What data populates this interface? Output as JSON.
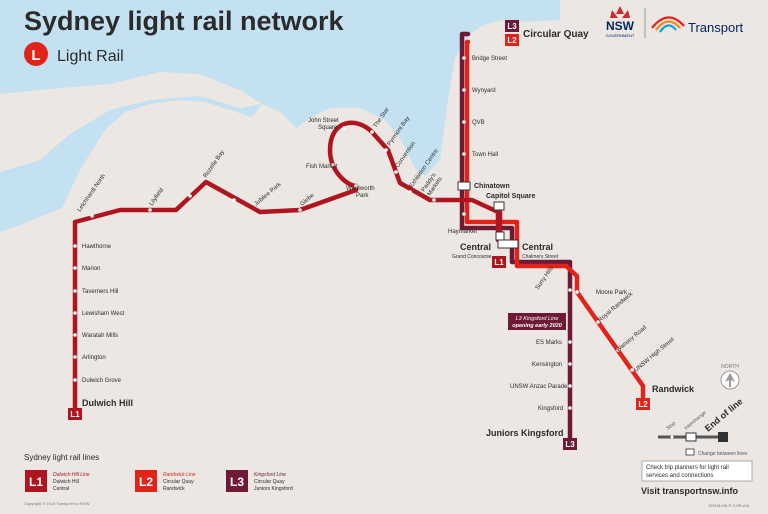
{
  "title": "Sydney light rail network",
  "subtitle": "Light Rail",
  "mode_badge": "L",
  "logos": {
    "nsw": "NSW",
    "nsw_sub": "GOVERNMENT",
    "transport": "Transport"
  },
  "colors": {
    "water": "#c3e1f1",
    "land": "#ece7e2",
    "l1": "#b0141f",
    "l2": "#e2231a",
    "l3": "#6e1a37",
    "badge_l2": "#e2231a"
  },
  "lines": [
    {
      "code": "L1",
      "name": "Dulwich Hill Line",
      "stops_text": [
        "Dulwich Hill",
        "Central"
      ]
    },
    {
      "code": "L2",
      "name": "Randwick Line",
      "stops_text": [
        "Circular Quay",
        "Randwick"
      ]
    },
    {
      "code": "L3",
      "name": "Kingsford Line",
      "stops_text": [
        "Circular Quay",
        "Juniors Kingsford"
      ]
    }
  ],
  "legend_heading": "Sydney light rail lines",
  "stations": {
    "circular_quay": "Circular Quay",
    "bridge_street": "Bridge Street",
    "wynyard": "Wynyard",
    "qvb": "QVB",
    "town_hall": "Town Hall",
    "chinatown": "Chinatown",
    "capitol_square": "Capitol Square",
    "haymarket": "Haymarket",
    "central_l": "Central",
    "grand_concourse": "Grand Concourse",
    "central_r": "Central",
    "chalmers_street": "Chalmers Street",
    "surry_hills": "Surry Hills",
    "moore_park": "Moore Park",
    "royal_randwick": "Royal Randwick",
    "wansey_road": "Wansey Road",
    "unsw_high_street": "UNSW High Street",
    "randwick": "Randwick",
    "es_marks": "ES Marks",
    "kensington": "Kensington",
    "unsw_anzac_parade": "UNSW Anzac Parade",
    "kingsford": "Kingsford",
    "juniors_kingsford": "Juniors Kingsford",
    "john_street_1": "John Street",
    "john_street_2": "Square",
    "the_star": "The Star",
    "pyrmont_bay": "Pyrmont Bay",
    "fish_market": "Fish Market",
    "convention": "Convention",
    "exhibition_centre": "Exhibition Centre",
    "paddys_1": "Paddy's",
    "paddys_2": "Markets",
    "wentworth_1": "Wentworth",
    "wentworth_2": "Park",
    "glebe": "Glebe",
    "jubilee_park": "Jubilee Park",
    "rozelle_bay": "Rozelle Bay",
    "lilyfield": "Lilyfield",
    "leichhardt_north": "Leichhardt North",
    "hawthorne": "Hawthorne",
    "marion": "Marion",
    "taverners_hill": "Taverners Hill",
    "lewisham_west": "Lewisham West",
    "waratah_mills": "Waratah Mills",
    "arlington": "Arlington",
    "dulwich_grove": "Dulwich Grove",
    "dulwich_hill": "Dulwich Hill"
  },
  "notice": [
    "L3 Kingsford Line",
    "opening early 2020"
  ],
  "key": {
    "stop": "Stop",
    "interchange": "Interchange",
    "end_of_line": "End of line",
    "change": "Change between lines"
  },
  "north": "NORTH",
  "info_box": [
    "Check trip planners for light rail",
    "services and connections"
  ],
  "visit": "Visit transportnsw.info",
  "copyright": "Copyright © 2019 Transport for NSW",
  "ref_code": "19918LMS-P-COR-A4L"
}
